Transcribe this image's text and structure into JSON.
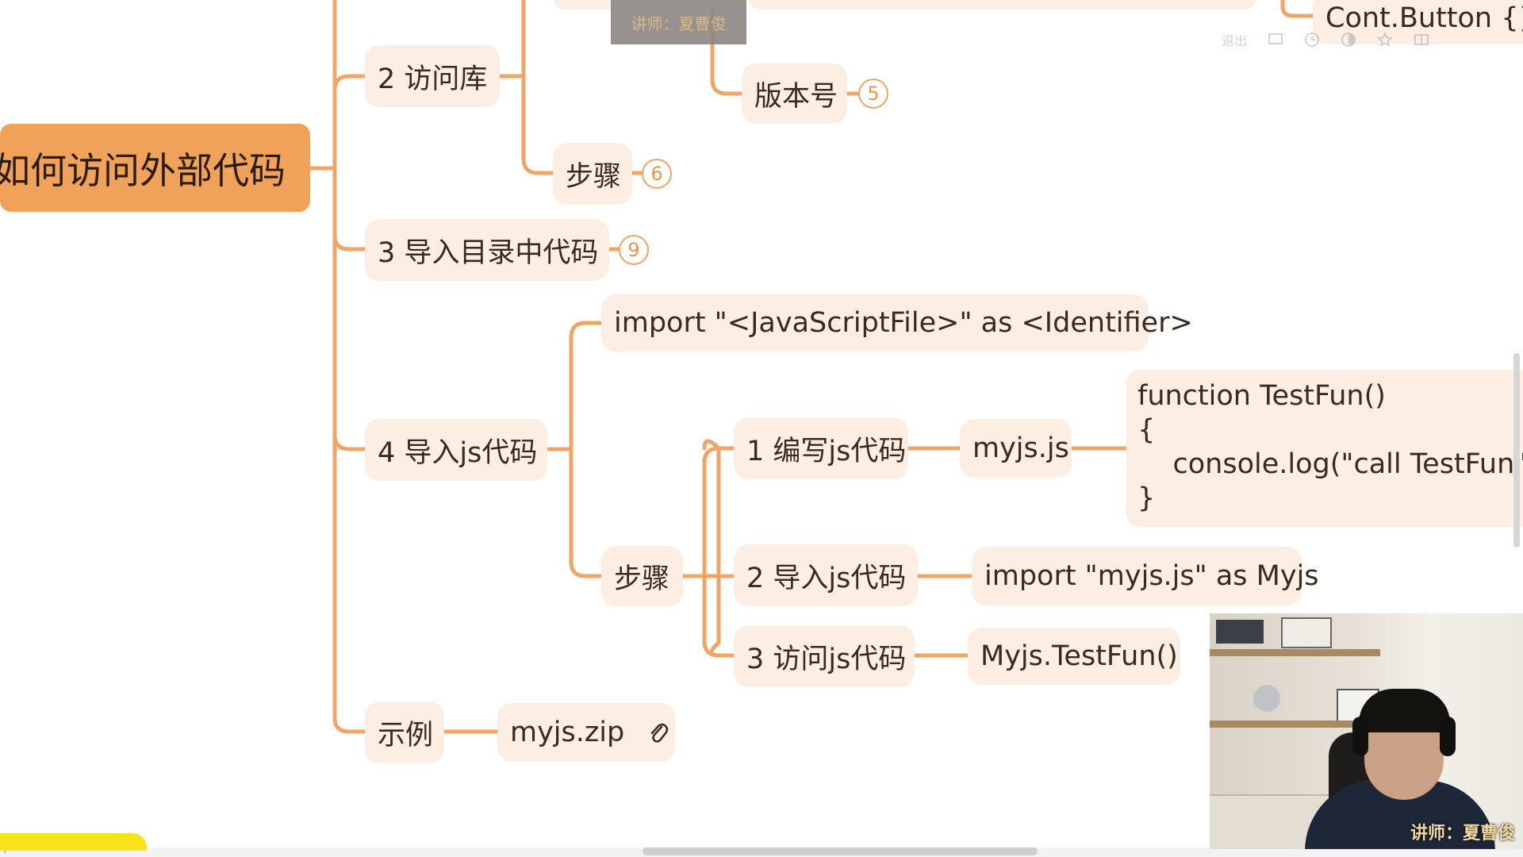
{
  "mindmap": {
    "root": "如何访问外部代码",
    "branch_access_lib": {
      "label": "2 访问库",
      "child_steps": "步骤",
      "steps_badge": "6",
      "version": "版本号",
      "version_badge": "5"
    },
    "top_right_code": "Cont.Button {}",
    "branch_import_dir": {
      "label": "3 导入目录中代码",
      "badge": "9"
    },
    "branch_import_js": {
      "label": "4 导入js代码",
      "syntax": "import \"<JavaScriptFile>\" as <Identifier>",
      "steps": "步骤",
      "step1": {
        "label": "1 编写js代码",
        "file": "myjs.js",
        "code": [
          "function TestFun()",
          "{",
          "    console.log(\"call TestFun\")",
          "}"
        ]
      },
      "step2": {
        "label": "2 导入js代码",
        "code": "import \"myjs.js\" as Myjs"
      },
      "step3": {
        "label": "3 访问js代码",
        "code": "Myjs.TestFun()"
      }
    },
    "branch_example": {
      "label": "示例",
      "attachment": "myjs.zip"
    }
  },
  "overlay": {
    "teacher_watermark": "讲师：夏曹俊"
  },
  "toolbar": {
    "exit_label": "退出"
  },
  "webcam": {
    "caption": "讲师：夏曹俊"
  },
  "colors": {
    "accent": "#f0a25a",
    "node_bg": "#fdeee3",
    "connector": "#eea565"
  }
}
